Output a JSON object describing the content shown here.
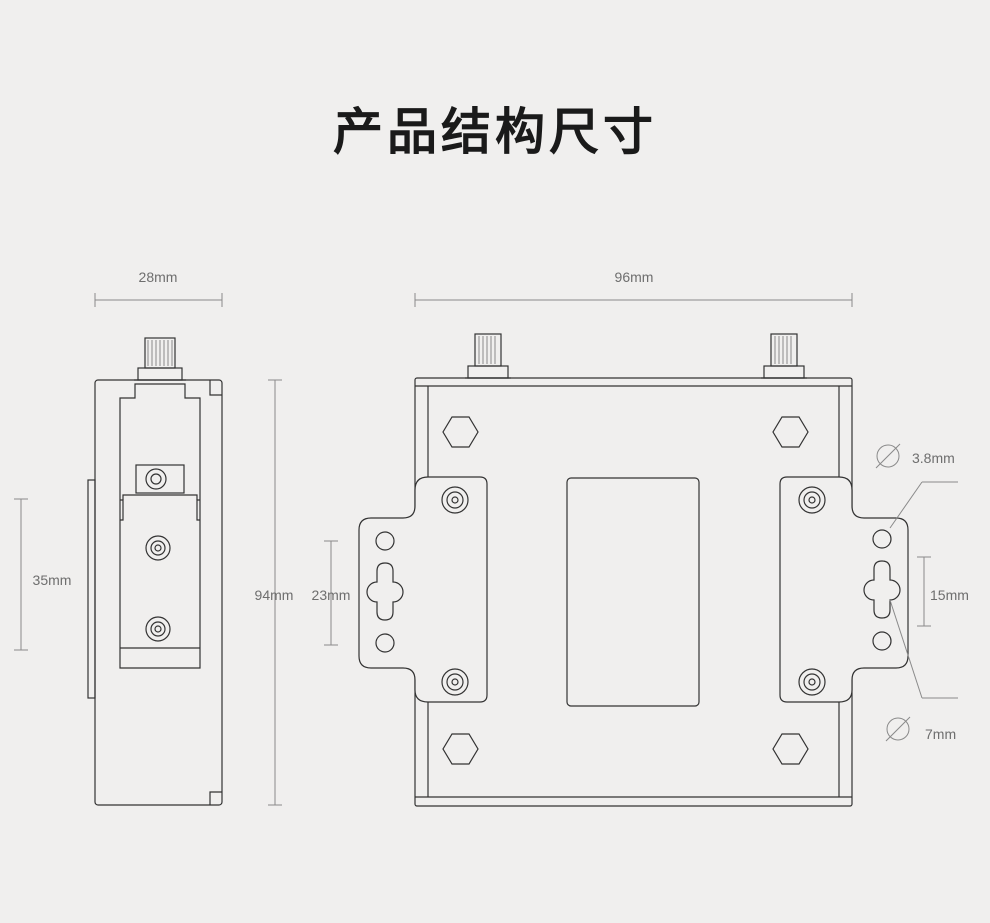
{
  "title": "产品结构尺寸",
  "dimensions": {
    "side_width": "28mm",
    "front_width": "96mm",
    "side_bracket_height": "35mm",
    "height": "94mm",
    "ear_slot_spacing": "23mm",
    "hole_diameter": "3.8mm",
    "slot_length": "15mm",
    "slot_diameter": "7mm"
  }
}
